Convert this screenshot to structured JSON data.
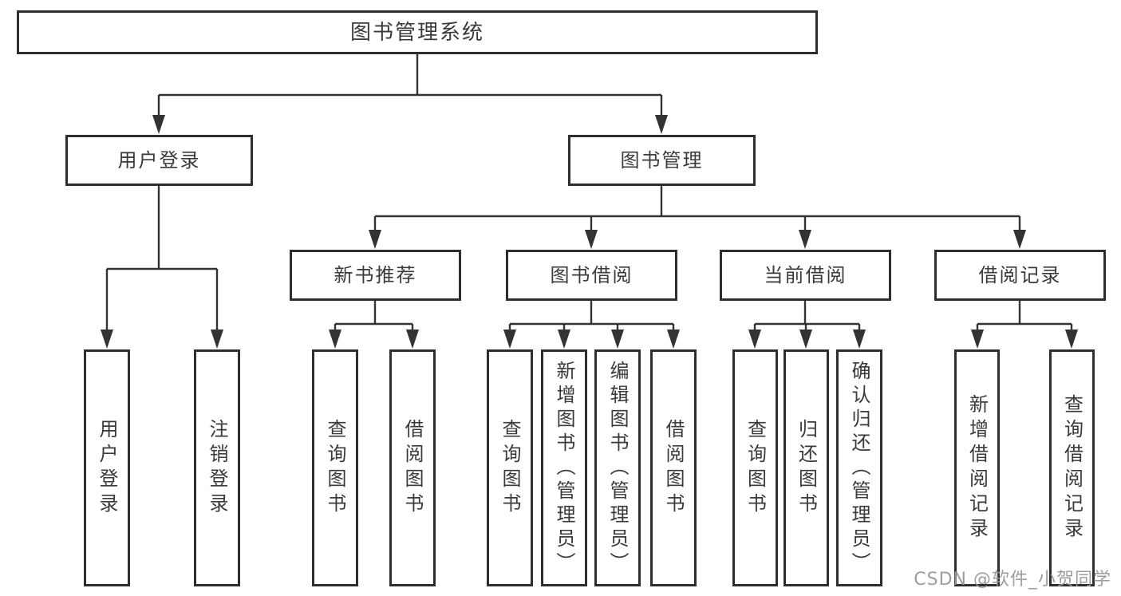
{
  "tree": {
    "root": {
      "label": "图书管理系统",
      "children": [
        {
          "label": "用户登录",
          "children": [
            {
              "label": "用户登录"
            },
            {
              "label": "注销登录"
            }
          ]
        },
        {
          "label": "图书管理",
          "children": [
            {
              "label": "新书推荐",
              "children": [
                {
                  "label": "查询图书"
                },
                {
                  "label": "借阅图书"
                }
              ]
            },
            {
              "label": "图书借阅",
              "children": [
                {
                  "label": "查询图书"
                },
                {
                  "label": "新增图书（管理员）"
                },
                {
                  "label": "编辑图书（管理员）"
                },
                {
                  "label": "借阅图书"
                }
              ]
            },
            {
              "label": "当前借阅",
              "children": [
                {
                  "label": "查询图书"
                },
                {
                  "label": "归还图书"
                },
                {
                  "label": "确认归还（管理员）"
                }
              ]
            },
            {
              "label": "借阅记录",
              "children": [
                {
                  "label": "新增借阅记录"
                },
                {
                  "label": "查询借阅记录"
                }
              ]
            }
          ]
        }
      ]
    }
  },
  "watermark": {
    "text": "CSDN @软件_小贺同学"
  },
  "colors": {
    "line": "#333333",
    "box_border": "#2e2e2e",
    "text": "#3a3a3a",
    "watermark": "#989898",
    "background": "#ffffff"
  }
}
